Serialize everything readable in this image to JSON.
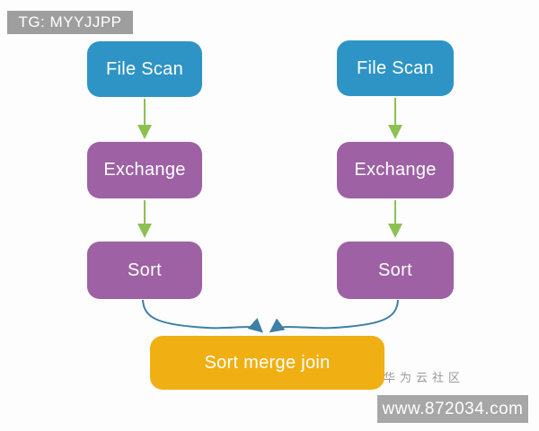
{
  "watermark_badge": {
    "label": "TG: MYYJJPP"
  },
  "diagram": {
    "type": "query-plan-flowchart",
    "branches": [
      {
        "name": "left",
        "nodes": [
          {
            "label": "File Scan"
          },
          {
            "label": "Exchange"
          },
          {
            "label": "Sort"
          }
        ]
      },
      {
        "name": "right",
        "nodes": [
          {
            "label": "File Scan"
          },
          {
            "label": "Exchange"
          },
          {
            "label": "Sort"
          }
        ]
      }
    ],
    "merge_node": {
      "label": "Sort merge join"
    },
    "edges": [
      "left File Scan -> left Exchange",
      "left Exchange -> left Sort",
      "right File Scan -> right Exchange",
      "right Exchange -> right Sort",
      "left Sort -> Sort merge join",
      "right Sort -> Sort merge join"
    ]
  },
  "footer": {
    "community_label": "华为云社区",
    "site_label": "www.872034.com"
  },
  "colors": {
    "scan_node": "#2e94c6",
    "exchange_sort_node": "#9d61a4",
    "join_node": "#f0b013",
    "straight_arrow": "#8cc152",
    "merge_arrow": "#3d7fa5",
    "watermark_gray": "#9e9e9e",
    "sitebar_gray": "#a7a7a7"
  }
}
